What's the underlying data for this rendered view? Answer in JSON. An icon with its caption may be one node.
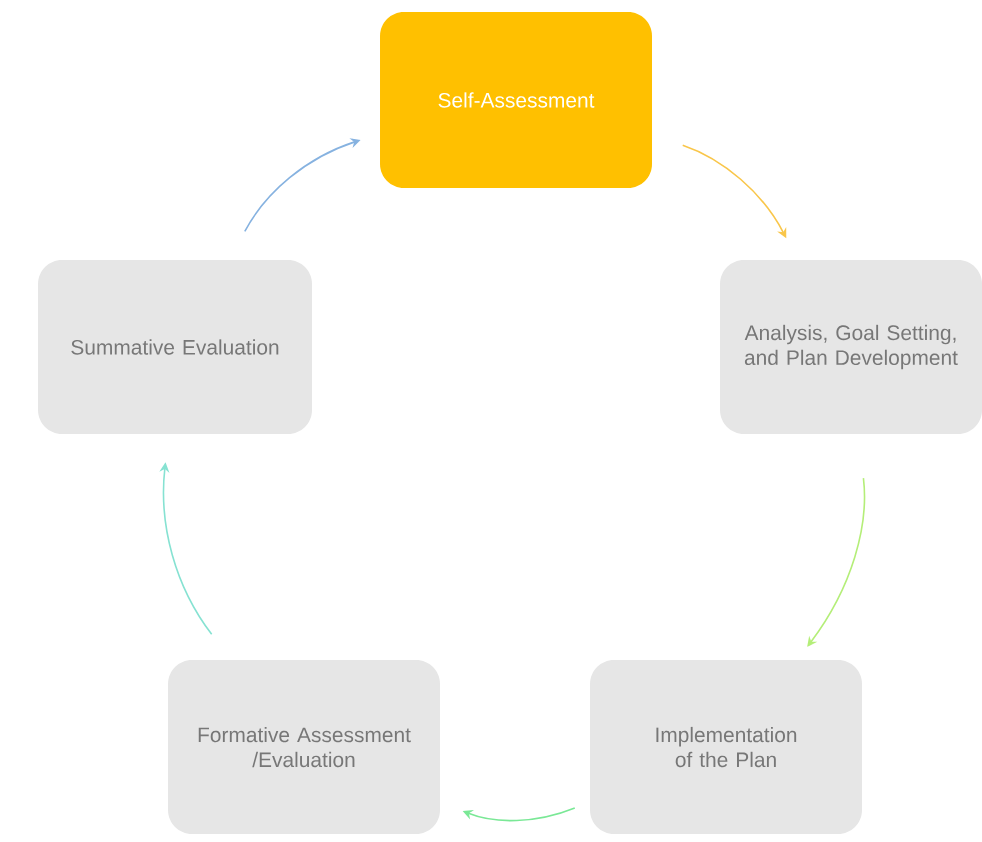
{
  "diagram": {
    "nodes": [
      {
        "text": [
          "Self-Assessment"
        ]
      },
      {
        "text": [
          "Analysis, Goal Setting, and Plan Development"
        ]
      },
      {
        "text": [
          "Implementation of the Plan"
        ]
      },
      {
        "text": [
          "Formative Assessment /Evaluation"
        ]
      },
      {
        "text": [
          "Summative Evaluation"
        ]
      }
    ],
    "edges": [
      {
        "from": 0,
        "to": 1,
        "arrow": "to",
        "color": "#f9c64a"
      },
      {
        "from": 1,
        "to": 2,
        "arrow": "to",
        "color": "#b4ee78"
      },
      {
        "from": 2,
        "to": 3,
        "arrow": "to",
        "color": "#7ae896"
      },
      {
        "from": 3,
        "to": 4,
        "arrow": "to",
        "color": "#86e2d2"
      },
      {
        "from": 4,
        "to": 0,
        "arrow": "to",
        "color": "#86b2e0"
      }
    ]
  }
}
